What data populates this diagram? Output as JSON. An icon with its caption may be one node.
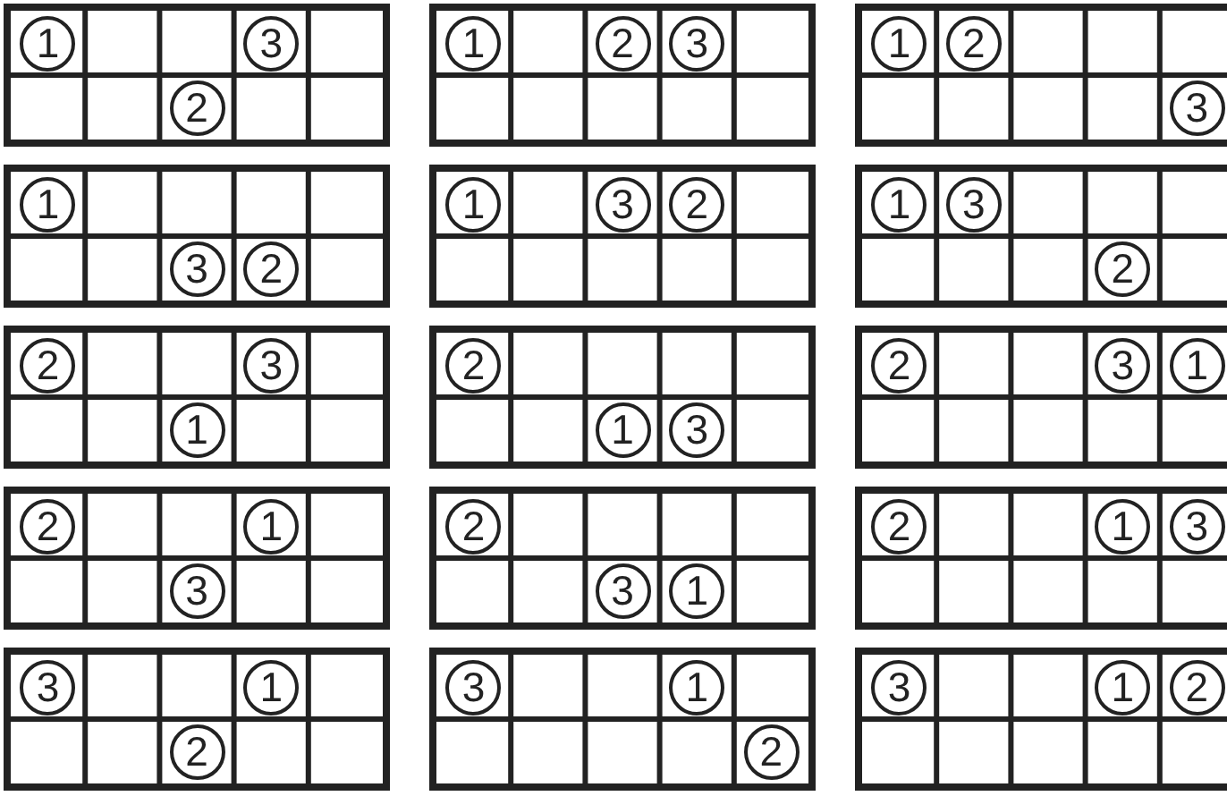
{
  "diagram": {
    "nodes": [
      {
        "text": [],
        "shape": "grid"
      },
      {
        "text": [
          "1"
        ],
        "in": 0
      },
      {
        "text": [
          "3"
        ],
        "in": 0
      },
      {
        "text": [
          "2"
        ],
        "in": 0
      },
      {
        "text": [],
        "shape": "grid"
      },
      {
        "text": [
          "1"
        ],
        "in": 4
      },
      {
        "text": [
          "2"
        ],
        "in": 4
      },
      {
        "text": [
          "3"
        ],
        "in": 4
      },
      {
        "text": [],
        "shape": "grid"
      },
      {
        "text": [
          "1"
        ],
        "in": 8
      },
      {
        "text": [
          "2"
        ],
        "in": 8
      },
      {
        "text": [
          "3"
        ],
        "in": 8
      },
      {
        "text": [],
        "shape": "grid"
      },
      {
        "text": [
          "1"
        ],
        "in": 12
      },
      {
        "text": [
          "3"
        ],
        "in": 12
      },
      {
        "text": [
          "2"
        ],
        "in": 12
      },
      {
        "text": [],
        "shape": "grid"
      },
      {
        "text": [
          "1"
        ],
        "in": 16
      },
      {
        "text": [
          "3"
        ],
        "in": 16
      },
      {
        "text": [
          "2"
        ],
        "in": 16
      },
      {
        "text": [],
        "shape": "grid"
      },
      {
        "text": [
          "1"
        ],
        "in": 20
      },
      {
        "text": [
          "3"
        ],
        "in": 20
      },
      {
        "text": [
          "2"
        ],
        "in": 20
      },
      {
        "text": [],
        "shape": "grid"
      },
      {
        "text": [
          "2"
        ],
        "in": 24
      },
      {
        "text": [
          "3"
        ],
        "in": 24
      },
      {
        "text": [
          "1"
        ],
        "in": 24
      },
      {
        "text": [],
        "shape": "grid"
      },
      {
        "text": [
          "2"
        ],
        "in": 28
      },
      {
        "text": [
          "1"
        ],
        "in": 28
      },
      {
        "text": [
          "3"
        ],
        "in": 28
      },
      {
        "text": [],
        "shape": "grid"
      },
      {
        "text": [
          "2"
        ],
        "in": 32
      },
      {
        "text": [
          "3"
        ],
        "in": 32
      },
      {
        "text": [
          "1"
        ],
        "in": 32
      },
      {
        "text": [],
        "shape": "grid"
      },
      {
        "text": [
          "2"
        ],
        "in": 36
      },
      {
        "text": [
          "1"
        ],
        "in": 36
      },
      {
        "text": [
          "3"
        ],
        "in": 36
      },
      {
        "text": [],
        "shape": "grid"
      },
      {
        "text": [
          "2"
        ],
        "in": 40
      },
      {
        "text": [
          "3"
        ],
        "in": 40
      },
      {
        "text": [
          "1"
        ],
        "in": 40
      },
      {
        "text": [],
        "shape": "grid"
      },
      {
        "text": [
          "2"
        ],
        "in": 44
      },
      {
        "text": [
          "1"
        ],
        "in": 44
      },
      {
        "text": [
          "3"
        ],
        "in": 44
      },
      {
        "text": [],
        "shape": "grid"
      },
      {
        "text": [
          "3"
        ],
        "in": 48
      },
      {
        "text": [
          "1"
        ],
        "in": 48
      },
      {
        "text": [
          "2"
        ],
        "in": 48
      },
      {
        "text": [],
        "shape": "grid"
      },
      {
        "text": [
          "3"
        ],
        "in": 52
      },
      {
        "text": [
          "1"
        ],
        "in": 52
      },
      {
        "text": [
          "2"
        ],
        "in": 52
      },
      {
        "text": [],
        "shape": "grid"
      },
      {
        "text": [
          "3"
        ],
        "in": 56
      },
      {
        "text": [
          "1"
        ],
        "in": 56
      },
      {
        "text": [
          "2"
        ],
        "in": 56
      }
    ]
  }
}
